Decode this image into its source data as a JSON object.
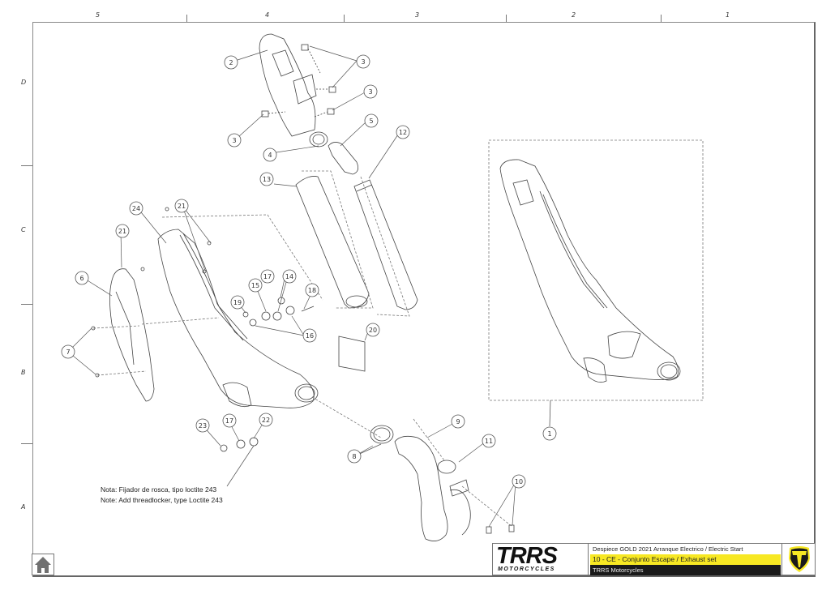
{
  "sheet": {
    "zone_columns": [
      "5",
      "4",
      "3",
      "2",
      "1"
    ],
    "zone_rows": [
      "D",
      "C",
      "B",
      "A"
    ]
  },
  "balloons": [
    {
      "id": "b1",
      "label": "1",
      "part": "exhaust-assembly"
    },
    {
      "id": "b2",
      "label": "2",
      "part": "end-cap-cover"
    },
    {
      "id": "b3a",
      "label": "3",
      "part": "clip-nut"
    },
    {
      "id": "b3b",
      "label": "3",
      "part": "clip-nut"
    },
    {
      "id": "b3c",
      "label": "3",
      "part": "clip-nut"
    },
    {
      "id": "b4",
      "label": "4",
      "part": "end-cap-ring"
    },
    {
      "id": "b5",
      "label": "5",
      "part": "inner-tube-elbow"
    },
    {
      "id": "b6",
      "label": "6",
      "part": "heat-shield"
    },
    {
      "id": "b7",
      "label": "7",
      "part": "shield-screws"
    },
    {
      "id": "b8",
      "label": "8",
      "part": "seal-rings"
    },
    {
      "id": "b9",
      "label": "9",
      "part": "header-pipe"
    },
    {
      "id": "b10",
      "label": "10",
      "part": "header-bolts"
    },
    {
      "id": "b11",
      "label": "11",
      "part": "header-gasket"
    },
    {
      "id": "b12",
      "label": "12",
      "part": "inner-perforated-tube"
    },
    {
      "id": "b13",
      "label": "13",
      "part": "packing-wool"
    },
    {
      "id": "b14",
      "label": "14",
      "part": "spacer"
    },
    {
      "id": "b15",
      "label": "15",
      "part": "bracket"
    },
    {
      "id": "b16",
      "label": "16",
      "part": "washer"
    },
    {
      "id": "b17a",
      "label": "17",
      "part": "rubber-grommet"
    },
    {
      "id": "b17b",
      "label": "17",
      "part": "rubber-grommet"
    },
    {
      "id": "b18",
      "label": "18",
      "part": "bolt"
    },
    {
      "id": "b19",
      "label": "19",
      "part": "nut"
    },
    {
      "id": "b20",
      "label": "20",
      "part": "label-sticker"
    },
    {
      "id": "b21a",
      "label": "21",
      "part": "rivet"
    },
    {
      "id": "b21b",
      "label": "21",
      "part": "rivet"
    },
    {
      "id": "b22",
      "label": "22",
      "part": "washer"
    },
    {
      "id": "b23",
      "label": "23",
      "part": "nut"
    },
    {
      "id": "b24",
      "label": "24",
      "part": "silencer-body"
    }
  ],
  "note": {
    "line_es": "Nota: Fijador de rosca, tipo loctite 243",
    "line_en": "Note: Add  threadlocker, type Loctite 243"
  },
  "title_block": {
    "logo_text": "TRRS",
    "logo_subtext": "MOTORCYCLES",
    "line1": "Despiece GOLD 2021 Arranque Electrico / Electric Start",
    "line2": "10 - CE - Conjunto Escape / Exhaust set",
    "line3": "TRRS Motorcycles"
  },
  "nav": {
    "home_icon": "home-icon"
  },
  "colors": {
    "brand_yellow": "#f7e823",
    "brand_black": "#1a1a1a",
    "line": "#444444"
  }
}
